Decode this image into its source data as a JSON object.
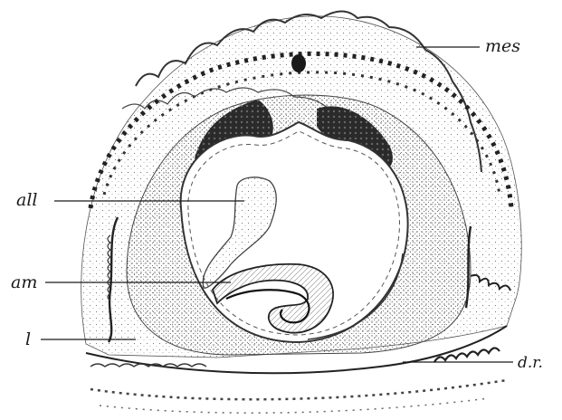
{
  "figure": {
    "labels": {
      "mes": "mes",
      "all": "all",
      "am": "am",
      "l": "l",
      "dr": "d.r."
    }
  }
}
